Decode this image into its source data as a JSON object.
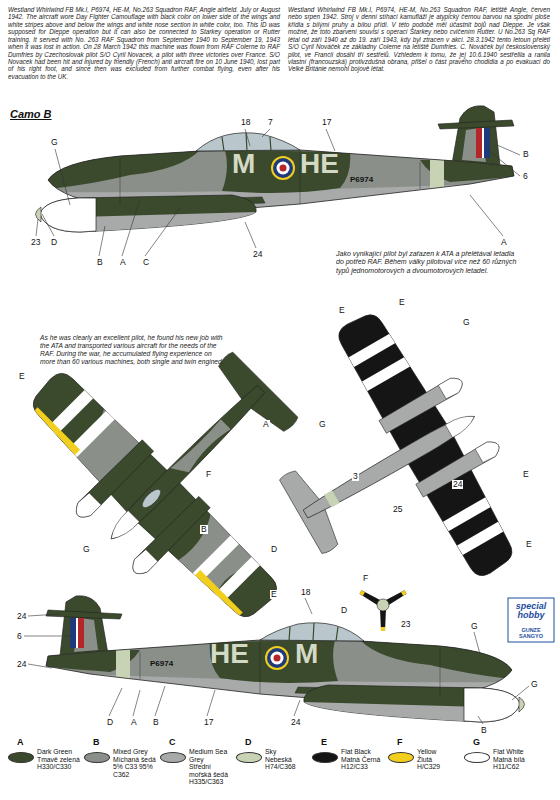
{
  "diagram": {
    "labels": [
      "Westland Whirlwind FB Mk.I, P6974, HE-M, No.263 Squadron RAF, Angle airfield. July or August 1942. The aircraft wore Day Fighter Camouflage with black color on lower side of the wings and white stripes above and below the wings and white nose section in white color, too. This ID was supposed for Dieppe operation but it can also be connected to Starkey operation or Rutter training. It served with No. 263 RAF Squadron from September 1940 to September 19, 1943 when it was lost in action. On 28 March 1942 this machine was flown from RAF Colerne to RAF Dumfries by Czechoslovak pilot S/O Cyril Novacek, a pilot with three victories over France. S/O Novacek had been hit and injured by friendly (French) anti aircraft fire on 10 June 1940, lost part of his right foot, and since then was excluded from further combat flying, even after his evacuation to the UK.",
      "Westland Whirlwind FB Mk.I, P6974, HE-M, No.263 Squadron RAF, letiště Angle, červen nebo srpen 1942. Stroj v denní stíhací kamufláži je atypický černou barvou na spodní ploše křídla s bílými pruhy a bílou přídí. V této podobě měl účastnit bojů nad Dieppe. Je však možné, že toto zbarvení souvisí s operací Starkey nebo cvičením Rutter. U No.263 Sq RAF létal od září 1940 až do 19. září 1943, kdy byl ztracen v akci. 28.3.1942 tento letoun přelétl S/O Cyril Nováček ze základny Colerne na letiště Dumfries. C. Nováček byl československý pilot, ve Francii dosáhl tří sestřelů. Vzhledem k tomu, že jej 10.6.1940 sestřelila a ranila vlastní (francouzská) protivzdušná obrana, přišel o část pravého chodidla a po evakuaci do Velké Británie nemohl bojově létat.",
      "Camo B",
      "18",
      "7",
      "17",
      "G",
      "B",
      "6",
      "23",
      "D",
      "B",
      "A",
      "C",
      "24",
      "A",
      "M",
      "HE",
      "P6974",
      "Jako vynikající pilot byl zařazen k ATA a přelétával letadla do potřeb RAF. Během války pilotoval více než 60 různých typů jednomotorových a dvoumotorových letadel.",
      "As he was clearly an excellent pilot, he found his new job with the ATA and transported various aircraft for the needs of the RAF. During the war, he accumulated flying experience on more than 60 various machines, both single and twin engined.",
      "E",
      "A",
      "G",
      "F",
      "B",
      "E",
      "E",
      "E",
      "G",
      "E",
      "G",
      "3",
      "24",
      "25",
      "D",
      "E",
      "F",
      "D",
      "23",
      "special hobby",
      "GUNZE SANGYO",
      "24",
      "6",
      "24",
      "18",
      "G",
      "G",
      "B",
      "D",
      "A",
      "B",
      "17",
      "24",
      "P6974",
      "HE",
      "M",
      "A",
      "B",
      "C",
      "D",
      "E",
      "F",
      "G",
      "Tmavě zelená",
      "Míchaná šedá",
      "Střední mořská šedá",
      "Nebeská",
      "Matná Černá",
      "Žlutá",
      "Matná bílá",
      "H330/C330",
      "5% C33 95% C362",
      "H335/C363",
      "H74/C368",
      "H12/C33",
      "H/C329",
      "H11/C62"
    ],
    "legend": [
      {
        "text": "Dark Green",
        "color": "#3b4a2c"
      },
      {
        "text": "Mixed Grey",
        "color": "#8a8f8a"
      },
      {
        "text": "Medium Sea Grey",
        "color": "#a7aaa9"
      },
      {
        "text": "Sky",
        "color": "#c8d3b6"
      },
      {
        "text": "Flat Black",
        "color": "#151515"
      },
      {
        "text": "Yellow",
        "color": "#f2cf1d"
      },
      {
        "text": "Flat White",
        "color": "#ffffff"
      }
    ]
  }
}
